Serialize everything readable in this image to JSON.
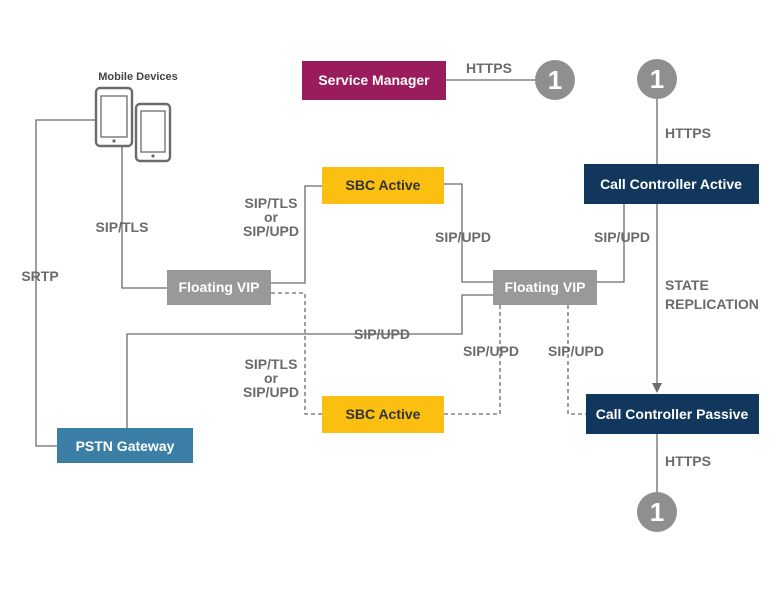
{
  "colors": {
    "service_manager": "#9b1c5c",
    "sbc": "#fbbf12",
    "floating_vip": "#999999",
    "call_controller": "#11385c",
    "pstn_gateway": "#3b7ea6",
    "connector_circle": "#8f8f8f",
    "line": "#6b6b6b"
  },
  "mobile_devices_label": "Mobile Devices",
  "nodes": {
    "service_manager": "Service Manager",
    "sbc_active_top": "SBC Active",
    "sbc_active_bottom": "SBC Active",
    "floating_vip_left": "Floating VIP",
    "floating_vip_right": "Floating VIP",
    "call_controller_active": "Call Controller Active",
    "call_controller_passive": "Call Controller Passive",
    "pstn_gateway": "PSTN Gateway"
  },
  "connectors": {
    "top_middle": "1",
    "top_right": "1",
    "bottom_right": "1"
  },
  "edge_labels": {
    "https_service_manager": "HTTPS",
    "https_cc_active": "HTTPS",
    "https_cc_passive": "HTTPS",
    "sip_tls_mobile": "SIP/TLS",
    "srtp": "SRTP",
    "sip_tls_or_upd_top": [
      "SIP/TLS",
      "or",
      "SIP/UPD"
    ],
    "sip_tls_or_upd_bottom": [
      "SIP/TLS",
      "or",
      "SIP/UPD"
    ],
    "sip_upd_sbc_top": "SIP/UPD",
    "sip_upd_cc_active": "SIP/UPD",
    "state_replication": [
      "STATE",
      "REPLICATION"
    ],
    "sip_upd_pstn": "SIP/UPD",
    "sip_upd_sbc_bottom": "SIP/UPD",
    "sip_upd_cc_passive": "SIP/UPD"
  }
}
